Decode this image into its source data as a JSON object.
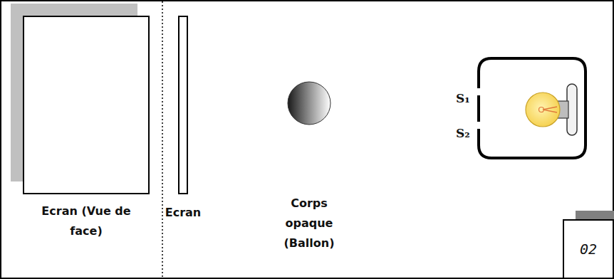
{
  "diagram": {
    "nodes": [
      {
        "text": [
          "Ecran (Vue de face)"
        ]
      },
      {
        "text": [
          "Ecran"
        ]
      },
      {
        "text": [
          "Corps opaque (Ballon)"
        ]
      },
      {
        "text": [
          "02"
        ]
      }
    ],
    "labels": [
      "S₁",
      "S₂"
    ]
  }
}
